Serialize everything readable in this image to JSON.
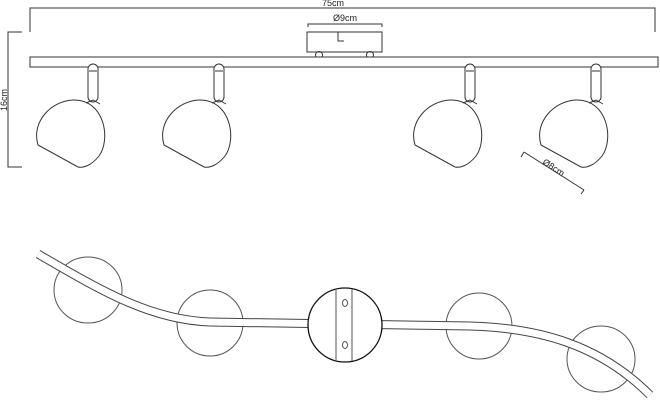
{
  "dimensions": {
    "width_label": "75cm",
    "height_label": "16cm",
    "canopy_label": "Ø9cm",
    "shade_label": "Ø8cm"
  },
  "colors": {
    "line": "#333333",
    "background": "#ffffff"
  },
  "spot_count": 4
}
